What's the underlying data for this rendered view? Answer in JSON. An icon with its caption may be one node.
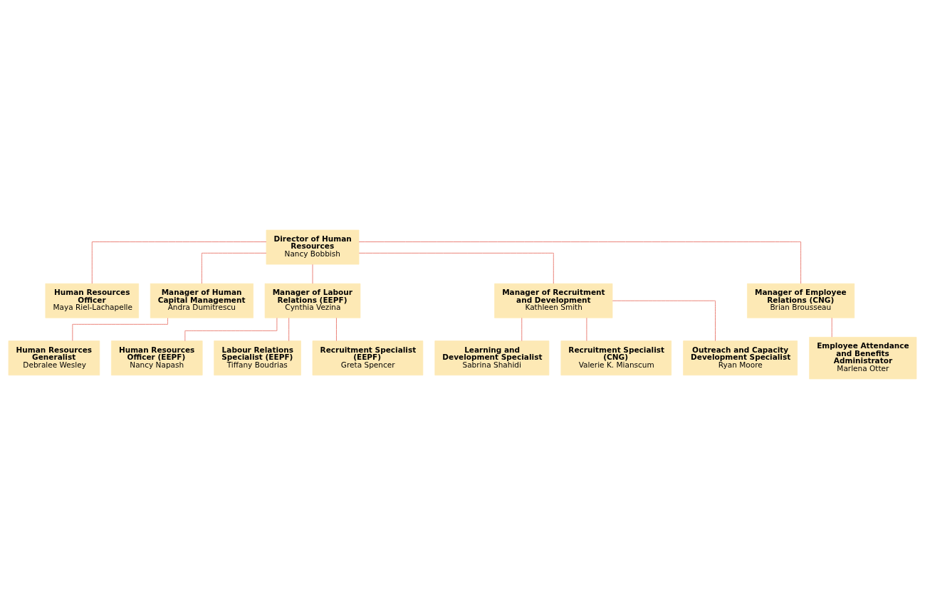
{
  "diagram": {
    "nodes": [
      {
        "text": [
          "Director of Human Resources",
          "Nancy Bobbish"
        ]
      },
      {
        "text": [
          "Human Resources Officer",
          "Maya Riel-Lachapelle"
        ]
      },
      {
        "text": [
          "Manager of Human Capital Management",
          "Andra Dumitrescu"
        ]
      },
      {
        "text": [
          "Manager of Labour Relations (EEPF)",
          "Cynthia Vezina"
        ]
      },
      {
        "text": [
          "Manager of Recruitment and Development",
          "Kathleen Smith"
        ]
      },
      {
        "text": [
          "Manager of Employee Relations (CNG)",
          "Brian Brousseau"
        ]
      },
      {
        "text": [
          "Human Resources Generalist",
          "Debralee Wesley"
        ]
      },
      {
        "text": [
          "Human Resources Officer (EEPF)",
          "Nancy Napash"
        ]
      },
      {
        "text": [
          "Labour Relations Specialist (EEPF)",
          "Tiffany Boudrias"
        ]
      },
      {
        "text": [
          "Recruitment Specialist (EEPF)",
          "Greta Spencer"
        ]
      },
      {
        "text": [
          "Learning and Development Specialist",
          "Sabrina Shahidi"
        ]
      },
      {
        "text": [
          "Recruitment Specialist (CNG)",
          "Valerie K. Mianscum"
        ]
      },
      {
        "text": [
          "Outreach and Capacity Development Specialist",
          "Ryan Moore"
        ]
      },
      {
        "text": [
          "Employee Attendance and Benefits Administrator",
          "Marlena Otter"
        ]
      }
    ],
    "edges": [
      {
        "from": 0,
        "to": 1,
        "arrow": "none"
      },
      {
        "from": 0,
        "to": 2,
        "arrow": "none"
      },
      {
        "from": 0,
        "to": 3,
        "arrow": "none"
      },
      {
        "from": 0,
        "to": 4,
        "arrow": "none"
      },
      {
        "from": 0,
        "to": 5,
        "arrow": "none"
      },
      {
        "from": 2,
        "to": 6,
        "arrow": "none"
      },
      {
        "from": 3,
        "to": 7,
        "arrow": "none"
      },
      {
        "from": 3,
        "to": 8,
        "arrow": "none"
      },
      {
        "from": 3,
        "to": 9,
        "arrow": "none"
      },
      {
        "from": 4,
        "to": 10,
        "arrow": "none"
      },
      {
        "from": 4,
        "to": 11,
        "arrow": "none"
      },
      {
        "from": 4,
        "to": 12,
        "arrow": "none"
      },
      {
        "from": 5,
        "to": 13,
        "arrow": "none"
      }
    ]
  }
}
